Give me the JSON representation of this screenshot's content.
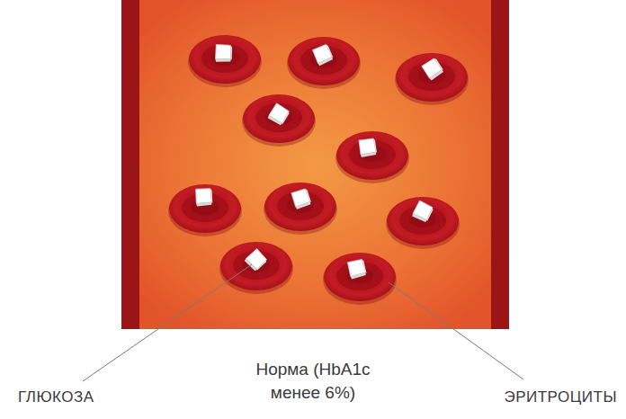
{
  "diagram": {
    "caption": "Норма (HbA1c менее 6%)",
    "labels": [
      "ГЛЮКОЗА",
      "ЭРИТРОЦИТЫ"
    ]
  }
}
